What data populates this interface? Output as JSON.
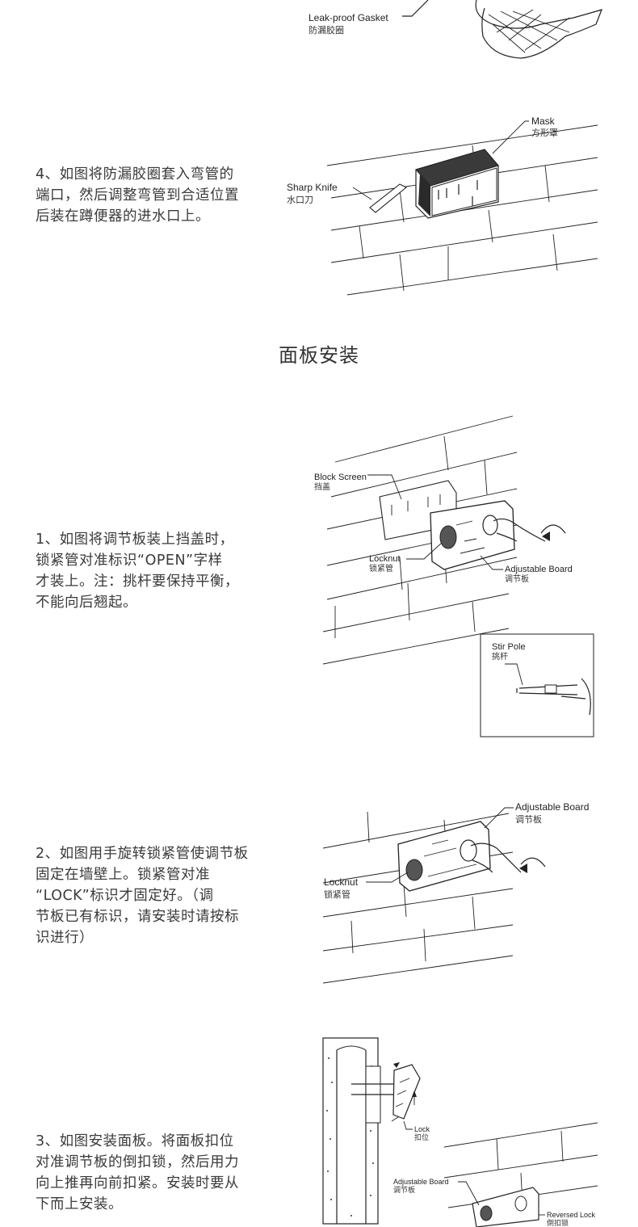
{
  "section_title": "面板安装",
  "step_pre": {
    "gasket_label_en": "Leak-proof Gasket",
    "gasket_label_cn": "防漏胶圈"
  },
  "step4": {
    "text": "4、如图将防漏胶圈套入弯管的\n端口，然后调整弯管到合适位置\n后装在蹲便器的进水口上。",
    "mask_en": "Mask",
    "mask_cn": "方形罩",
    "knife_en": "Sharp Knife",
    "knife_cn": "水口刀"
  },
  "panel_step1": {
    "text": "1、如图将调节板装上挡盖时，\n锁紧管对准标识“OPEN”字样\n才装上。注：挑杆要保持平衡，\n不能向后翘起。",
    "block_screen_en": "Block Screen",
    "block_screen_cn": "挡盖",
    "locknut_en": "Locknut",
    "locknut_cn": "锁紧管",
    "adj_board_en": "Adjustable Board",
    "adj_board_cn": "调节板",
    "stir_pole_en": "Stir Pole",
    "stir_pole_cn": "挑杆"
  },
  "panel_step2": {
    "text": "2、如图用手旋转锁紧管使调节板\n固定在墙壁上。锁紧管对准\n“LOCK”标识才固定好。（调\n节板已有标识，请安装时请按标\n识进行）",
    "adj_board_en": "Adjustable Board",
    "adj_board_cn": "调节板",
    "locknut_en": "Locknut",
    "locknut_cn": "锁紧管"
  },
  "panel_step3": {
    "text": "3、如图安装面板。将面板扣位\n对准调节板的倒扣锁，然后用力\n向上推再向前扣紧。安装时要从\n下而上安装。",
    "lock_en": "Lock",
    "lock_cn": "扣位",
    "adj_board_en": "Adjustable Board",
    "adj_board_cn": "调节板",
    "reversed_lock_en": "Reversed Lock",
    "reversed_lock_cn": "倒扣锁"
  }
}
